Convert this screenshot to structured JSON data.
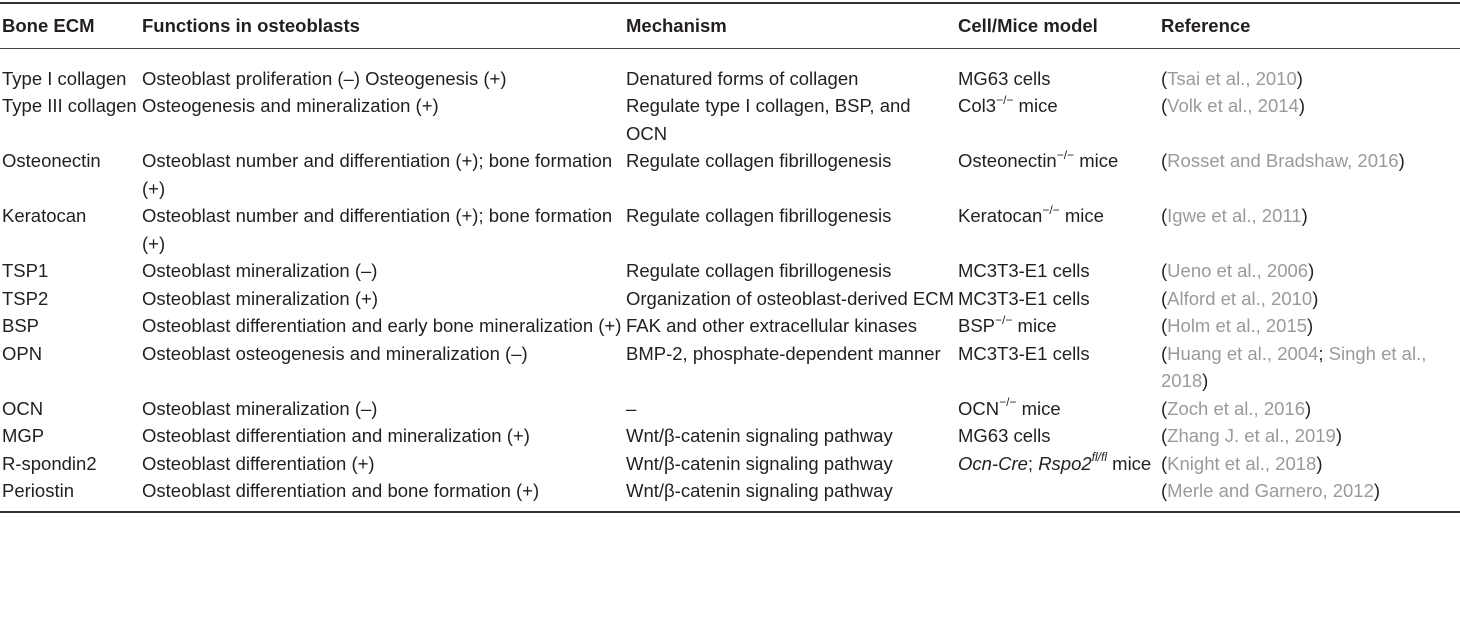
{
  "headers": [
    "Bone ECM",
    "Functions in osteoblasts",
    "Mechanism",
    "Cell/Mice model",
    "Reference"
  ],
  "rows": [
    {
      "ecm": "Type I collagen",
      "func": "Osteoblast proliferation (–) Osteogenesis (+)",
      "mech": "Denatured forms of collagen",
      "model": "MG63 cells",
      "ref": "Tsai et al., 2010"
    },
    {
      "ecm": "Type III collagen",
      "func": "Osteogenesis and mineralization (+)",
      "mech": "Regulate type I collagen, BSP, and OCN",
      "model": "Col3",
      "model_sup": "−/−",
      "model_suffix": " mice",
      "ref": "Volk et al., 2014"
    },
    {
      "ecm": "Osteonectin",
      "func": "Osteoblast number and differentiation (+); bone formation (+)",
      "mech": "Regulate collagen fibrillogenesis",
      "model": "Osteonectin",
      "model_sup": "−/−",
      "model_suffix": " mice",
      "ref": "Rosset and Bradshaw, 2016"
    },
    {
      "ecm": "Keratocan",
      "func": "Osteoblast number and differentiation (+); bone formation (+)",
      "mech": "Regulate collagen fibrillogenesis",
      "model": "Keratocan",
      "model_sup": "−/−",
      "model_suffix": " mice",
      "ref": "Igwe et al., 2011"
    },
    {
      "ecm": "TSP1",
      "func": "Osteoblast mineralization (–)",
      "mech": "Regulate collagen fibrillogenesis",
      "model": "MC3T3-E1 cells",
      "ref": "Ueno et al., 2006"
    },
    {
      "ecm": "TSP2",
      "func": "Osteoblast mineralization (+)",
      "mech": "Organization of osteoblast-derived ECM",
      "model": "MC3T3-E1 cells",
      "ref": "Alford et al., 2010"
    },
    {
      "ecm": "BSP",
      "func": "Osteoblast differentiation and early bone mineralization (+)",
      "mech": "FAK and other extracellular kinases",
      "model": "BSP",
      "model_sup": "−/−",
      "model_suffix": " mice",
      "ref": "Holm et al., 2015"
    },
    {
      "ecm": "OPN",
      "func": "Osteoblast osteogenesis and mineralization (–)",
      "mech": "BMP-2, phosphate-dependent manner",
      "model": "MC3T3-E1 cells",
      "ref": "Huang et al., 2004",
      "ref2": "Singh et al., 2018"
    },
    {
      "ecm": "OCN",
      "func": "Osteoblast mineralization (–)",
      "mech": "–",
      "model": "OCN",
      "model_sup": "−/−",
      "model_suffix": " mice",
      "ref": "Zoch et al., 2016"
    },
    {
      "ecm": "MGP",
      "func": "Osteoblast differentiation and mineralization (+)",
      "mech": "Wnt/β-catenin signaling pathway",
      "model": "MG63 cells",
      "ref": "Zhang J. et al., 2019"
    },
    {
      "ecm": "R-spondin2",
      "func": "Osteoblast differentiation (+)",
      "mech": "Wnt/β-catenin signaling pathway",
      "model_italic_a": "Ocn-Cre",
      "model_sep": "; ",
      "model_italic_b": "Rspo2",
      "model_sup_b": "fl/fl",
      "model_suffix": " mice",
      "ref": "Knight et al., 2018"
    },
    {
      "ecm": "Periostin",
      "func": "Osteoblast differentiation and bone formation (+)",
      "mech": "Wnt/β-catenin signaling pathway",
      "model": "",
      "ref": "Merle and Garnero, 2012"
    }
  ]
}
